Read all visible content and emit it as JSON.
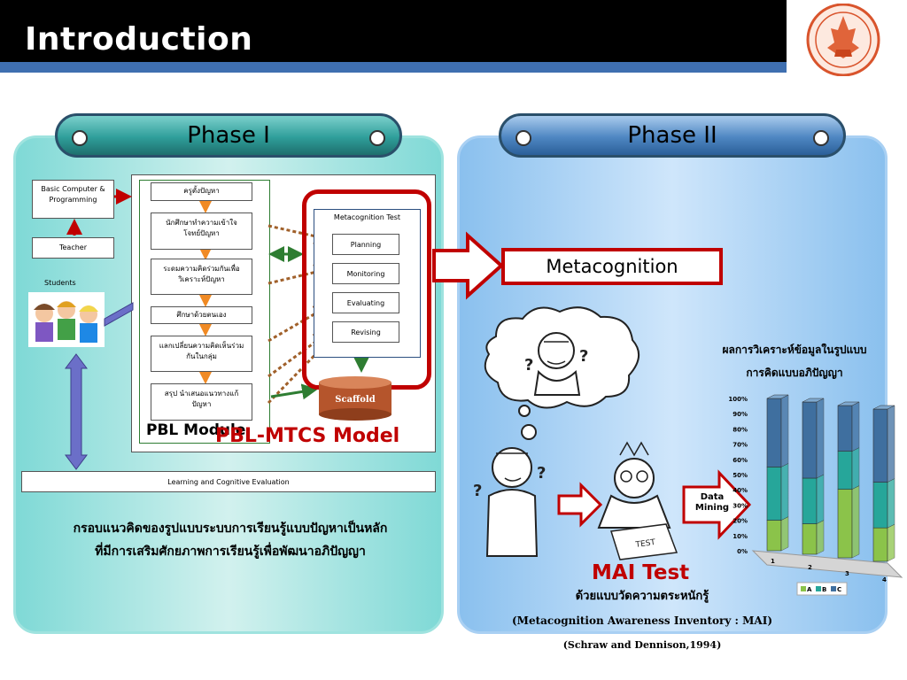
{
  "title": "Introduction",
  "logo": {
    "icon": "royal-emblem-icon",
    "color": "#d9542c"
  },
  "phase1": {
    "label": "Phase I",
    "left_boxes": {
      "basic": "Basic Computer & Programming",
      "teacher": "Teacher",
      "students": "Students"
    },
    "steps": [
      "ครูตั้งปัญหา",
      "นักศึกษาทำความเข้าใจโจทย์ปัญหา",
      "ระดมความคิดร่วมกันเพื่อวิเคราะห์ปัญหา",
      "ศึกษาด้วยตนเอง",
      "แลกเปลี่ยนความคิดเห็นร่วมกันในกลุ่ม",
      "สรุป นำเสนอแนวทางแก้ปัญหา"
    ],
    "meta_title": "Metacognition Test",
    "meta_items": [
      "Planning",
      "Monitoring",
      "Evaluating",
      "Revising"
    ],
    "scaffold": "Scaffold",
    "pbl_module": "PBL Module",
    "mtcs_model": "PBL-MTCS Model",
    "evaluation": "Learning and Cognitive Evaluation",
    "caption_line1": "กรอบแนวคิดของรูปแบบระบบการเรียนรู้แบบปัญหาเป็นหลัก",
    "caption_line2": "ที่มีการเสริมศักยภาพการเรียนรู้เพื่อพัฒนาอภิปัญญา"
  },
  "phase2": {
    "label": "Phase II",
    "metacognition": "Metacognition",
    "data_mining": "Data Mining",
    "mai_test": "MAI Test",
    "mai_sub": "ด้วยแบบวัดความตระหนักรู้",
    "mai_full": "(Metacognition Awareness Inventory : MAI)",
    "citation": "(Schraw and Dennison,1994)",
    "chart_title_line1": "ผลการวิเคราะห์ข้อมูลในรูปแบบ",
    "chart_title_line2": "การคิดแบบอภิปัญญา"
  },
  "chart_data": {
    "type": "bar",
    "stacked": true,
    "categories": [
      "1",
      "2",
      "3",
      "4"
    ],
    "series": [
      {
        "name": "A",
        "values": [
          20,
          20,
          45,
          22
        ]
      },
      {
        "name": "B",
        "values": [
          35,
          30,
          25,
          30
        ]
      },
      {
        "name": "C",
        "values": [
          45,
          50,
          30,
          48
        ]
      }
    ],
    "colors": [
      "#8bc34a",
      "#26a69a",
      "#3f6f9f"
    ],
    "yticks": [
      "0%",
      "10%",
      "20%",
      "30%",
      "40%",
      "50%",
      "60%",
      "70%",
      "80%",
      "90%",
      "100%"
    ],
    "ylim": [
      0,
      100
    ],
    "legend": "bottom"
  }
}
